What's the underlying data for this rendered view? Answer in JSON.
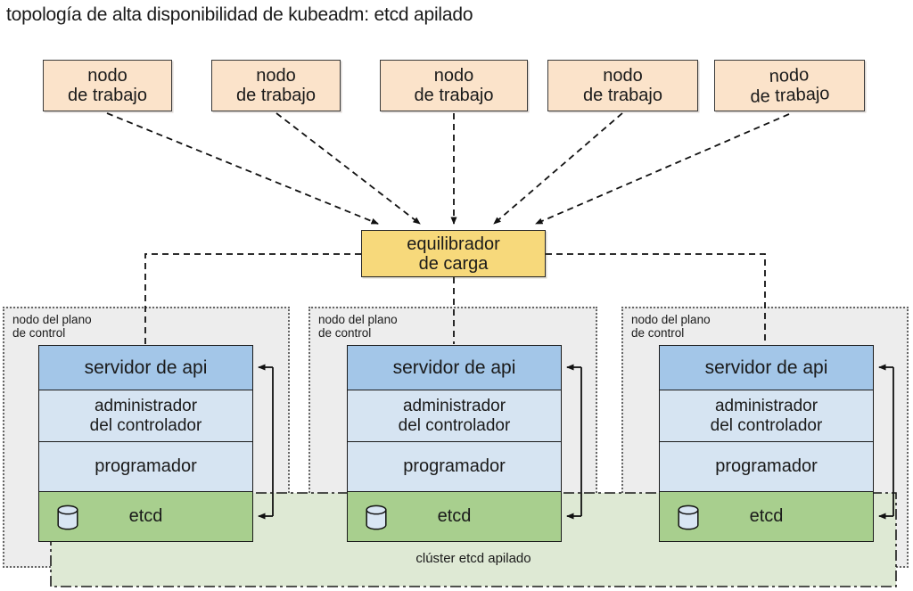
{
  "title": "topología de alta disponibilidad de kubeadm: etcd apilado",
  "workers": [
    {
      "line1": "nodo",
      "line2": "de trabajo"
    },
    {
      "line1": "nodo",
      "line2": "de trabajo"
    },
    {
      "line1": "nodo",
      "line2": "de trabajo"
    },
    {
      "line1": "nodo",
      "line2": "de trabajo"
    },
    {
      "line1": "nodo",
      "line2": "de trabajo"
    }
  ],
  "load_balancer": {
    "line1": "equilibrador",
    "line2": "de carga"
  },
  "control_planes": [
    {
      "label_line1": "nodo del plano",
      "label_line2": "de control",
      "api_server": "servidor de api",
      "controller_manager_line1": "administrador",
      "controller_manager_line2": "del controlador",
      "scheduler": "programador",
      "etcd": "etcd"
    },
    {
      "label_line1": "nodo del plano",
      "label_line2": "de control",
      "api_server": "servidor de api",
      "controller_manager_line1": "administrador",
      "controller_manager_line2": "del controlador",
      "scheduler": "programador",
      "etcd": "etcd"
    },
    {
      "label_line1": "nodo del plano",
      "label_line2": "de control",
      "api_server": "servidor de api",
      "controller_manager_line1": "administrador",
      "controller_manager_line2": "del controlador",
      "scheduler": "programador",
      "etcd": "etcd"
    }
  ],
  "etcd_cluster_label": "clúster etcd apilado",
  "icons": {
    "etcd_storage": "database-cylinder-icon"
  },
  "colors": {
    "worker_fill": "#fbe3ca",
    "worker_border": "#3a3a3a",
    "lb_fill": "#f7d97b",
    "lb_border": "#2a2a2a",
    "api_fill": "#a3c6e8",
    "component_fill": "#d6e4f2",
    "etcd_fill": "#a8cf8e",
    "box_border": "#1a1a1a",
    "cp_fill": "#ededed",
    "cp_border": "#666666",
    "band_fill": "#dee9d4",
    "band_border": "#1a1a1a",
    "line_color": "#111111",
    "cylinder_fill": "#d9e6f4",
    "text_color": "#1a1a1a"
  }
}
